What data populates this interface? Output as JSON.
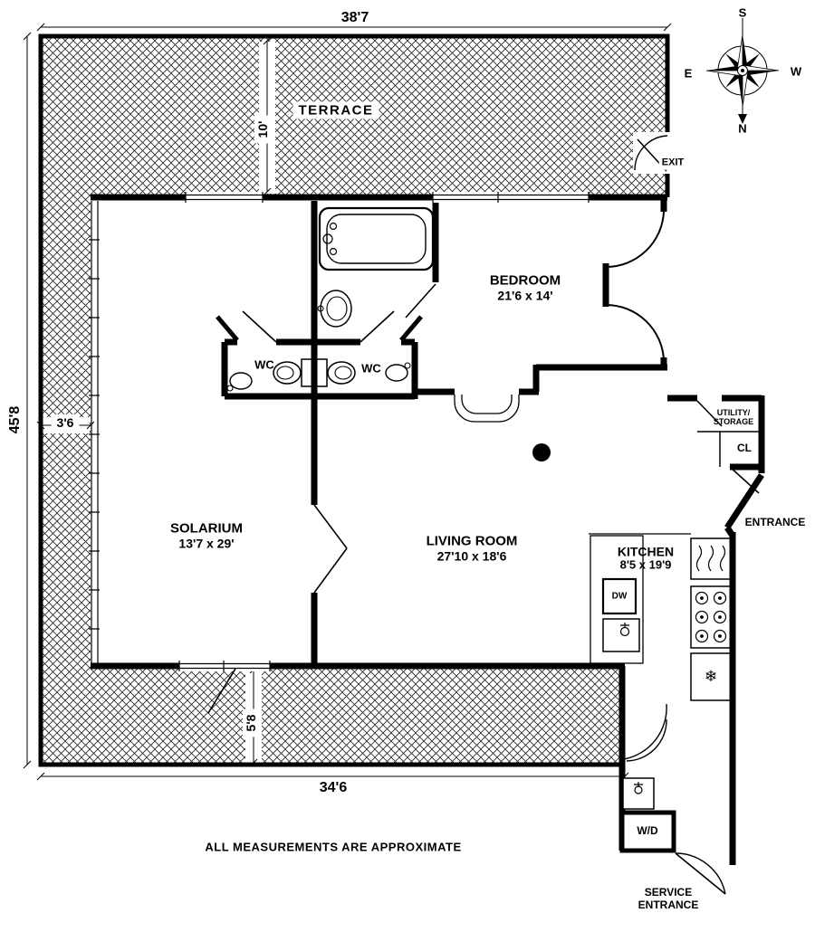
{
  "dimensions": {
    "top": "38'7",
    "left": "45'8",
    "bottom": "34'6",
    "terrace_depth": "10'",
    "side": "3'6",
    "bottom_side": "5'8"
  },
  "rooms": {
    "terrace": {
      "name": "TERRACE"
    },
    "bedroom": {
      "name": "BEDROOM",
      "size": "21'6 x 14'"
    },
    "solarium": {
      "name": "SOLARIUM",
      "size": "13'7 x 29'"
    },
    "living_room": {
      "name": "LIVING ROOM",
      "size": "27'10 x 18'6"
    },
    "kitchen": {
      "name": "KITCHEN",
      "size": "8'5 x 19'9"
    },
    "wc_left": {
      "name": "WC"
    },
    "wc_right": {
      "name": "WC"
    },
    "utility": {
      "line1": "UTILITY/",
      "line2": "STORAGE"
    },
    "closet": {
      "name": "CL"
    }
  },
  "labels": {
    "exit": "EXIT",
    "entrance": "ENTRANCE",
    "service_line1": "SERVICE",
    "service_line2": "ENTRANCE",
    "dishwasher": "DW",
    "washer_dryer": "W/D"
  },
  "compass": {
    "north": "N",
    "south": "S",
    "east": "E",
    "west": "W"
  },
  "footer": {
    "disclaimer": "ALL MEASUREMENTS ARE APPROXIMATE"
  },
  "icons": {
    "snowflake": "❄"
  },
  "colors": {
    "wall": "#000000",
    "background": "#ffffff",
    "hatch": "#222222"
  }
}
